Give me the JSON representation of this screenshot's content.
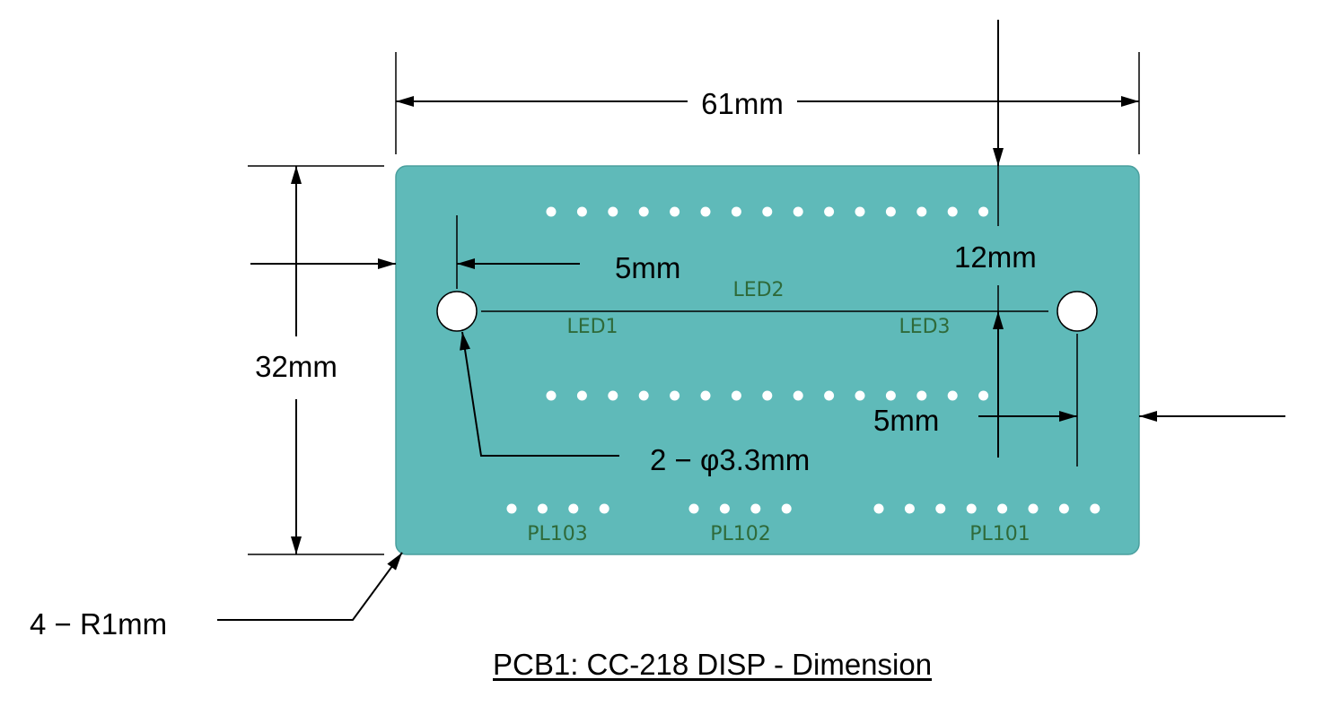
{
  "title": "PCB1: CC-218 DISP - Dimension",
  "colors": {
    "board": "#5fbab9",
    "board_stroke": "#4a9f9e",
    "label": "#2f6a3a",
    "line": "#000000",
    "hole": "#ffffff"
  },
  "dimensions": {
    "width": "61mm",
    "height": "32mm",
    "hole_left_offset": "5mm",
    "hole_right_offset": "5mm",
    "hole_vertical_offset": "12mm",
    "holes": "2 − φ3.3mm",
    "corners": "4 − R1mm"
  },
  "components": {
    "led1": "LED1",
    "led2": "LED2",
    "led3": "LED3",
    "pl101": "PL101",
    "pl102": "PL102",
    "pl103": "PL103"
  },
  "pin_rows": {
    "top_count": 15,
    "bottom_count": 15,
    "pl103_count": 4,
    "pl102_count": 4,
    "pl101_count": 8
  }
}
